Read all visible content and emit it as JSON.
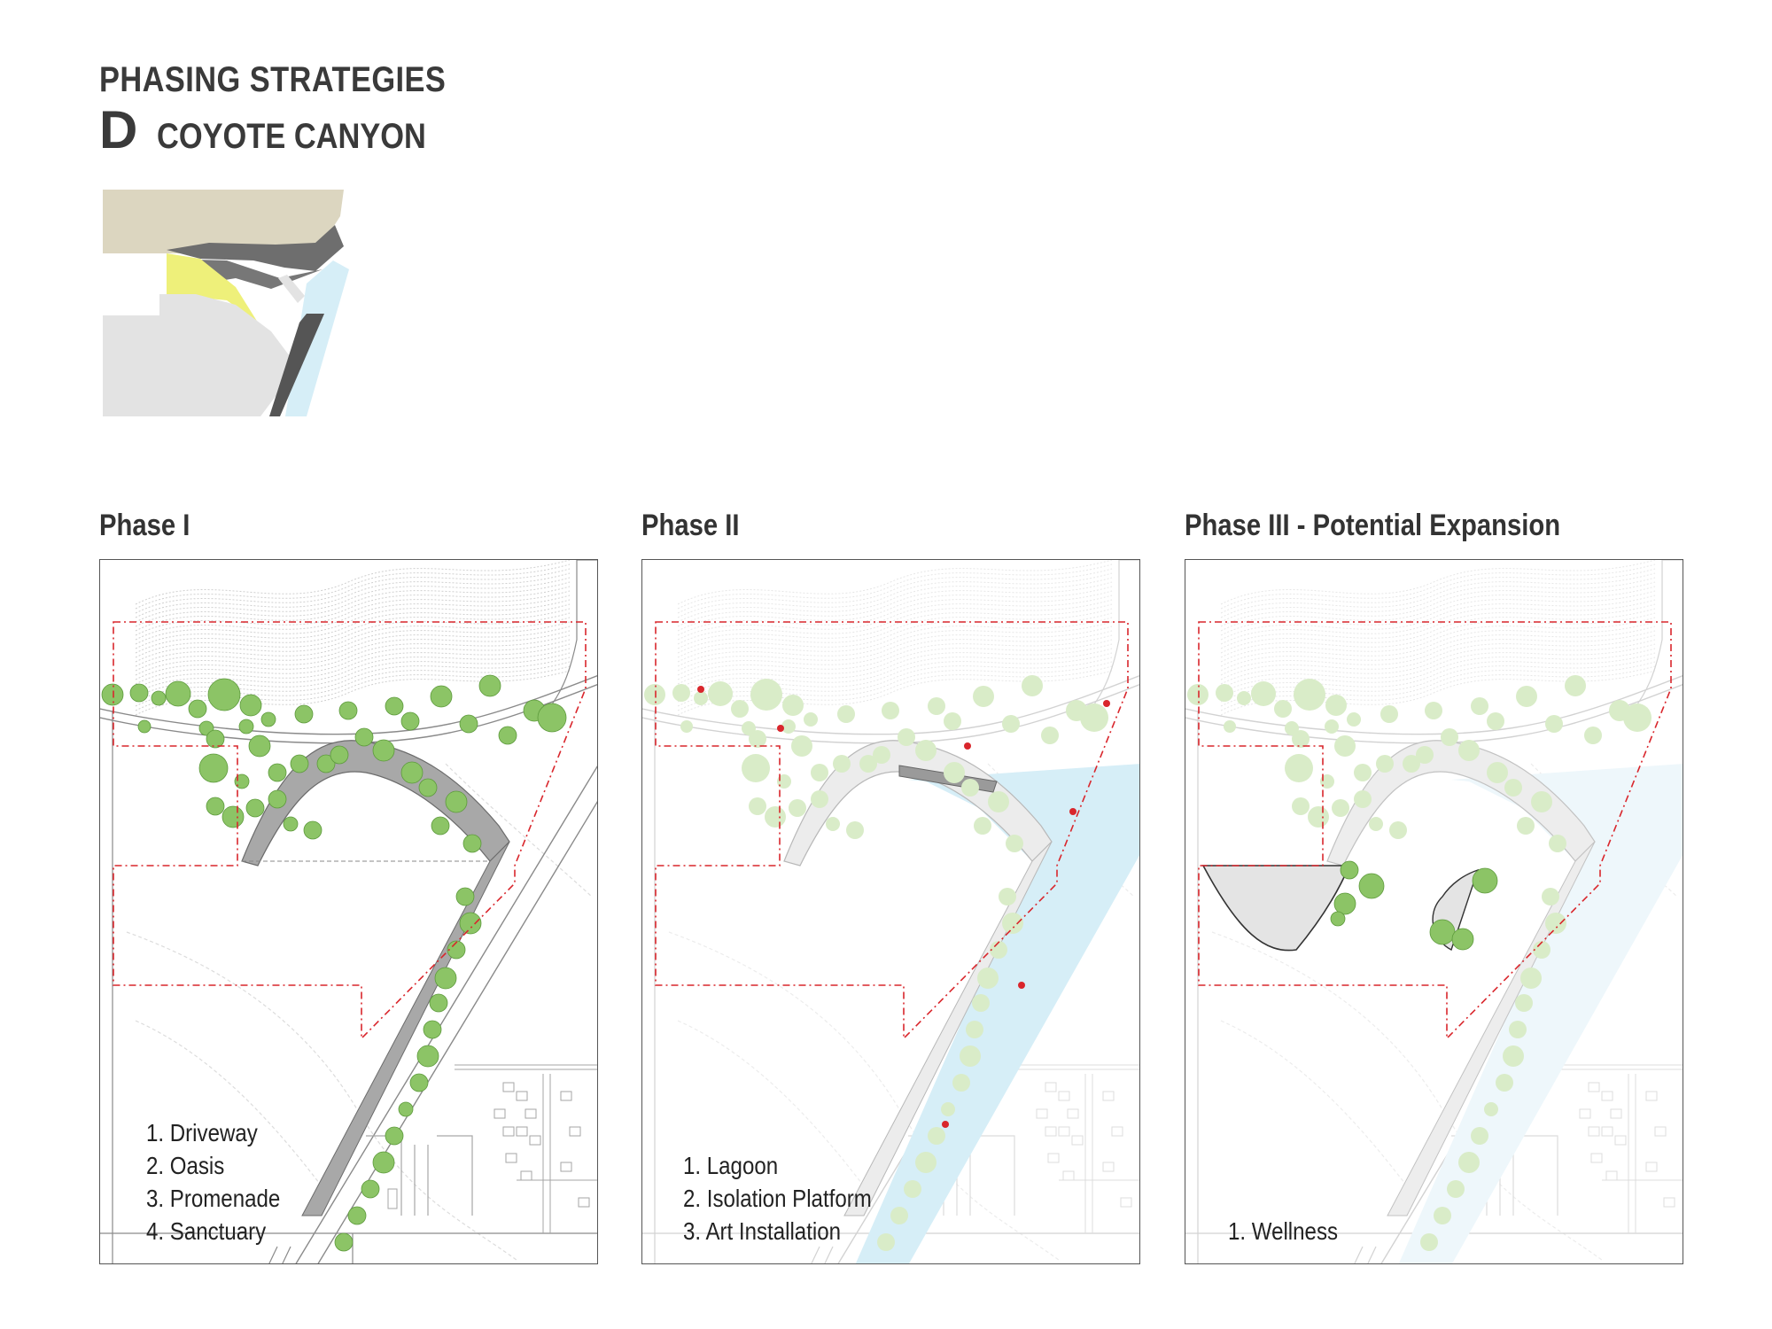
{
  "header": {
    "line1": "PHASING STRATEGIES",
    "letter": "D",
    "name": "COYOTE CANYON"
  },
  "colors": {
    "tree": "#8cc466",
    "tree_stroke": "#5d9a3c",
    "tree_faded": "#d9ecc8",
    "water": "#d6eef7",
    "boundary": "#d9262c",
    "path_gray": "#a8a8a8",
    "path_dark": "#6b6b6b",
    "sand": "#dcd6c0",
    "yellow": "#eef07a"
  },
  "phases": [
    {
      "id": "phase-1",
      "title": "Phase I",
      "items": [
        "1. Driveway",
        "2. Oasis",
        "3. Promenade",
        "4. Sanctuary"
      ]
    },
    {
      "id": "phase-2",
      "title": "Phase II",
      "items": [
        "1. Lagoon",
        "2. Isolation Platform",
        "3. Art Installation"
      ]
    },
    {
      "id": "phase-3",
      "title": "Phase III - Potential Expansion",
      "items": [
        "1. Wellness"
      ]
    }
  ]
}
